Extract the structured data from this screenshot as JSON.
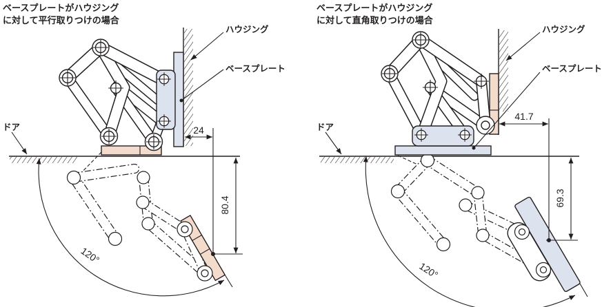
{
  "panels": {
    "left": {
      "title_line1": "ベースプレートがハウジング",
      "title_line2": "に対して平行取りつけの場合",
      "housing_label": "ハウジング",
      "baseplate_label": "ベースプレート",
      "door_label": "ドア",
      "dim_offset": "24",
      "dim_height": "80.4",
      "dim_angle": "120°"
    },
    "right": {
      "title_line1": "ベースプレートがハウジング",
      "title_line2": "に対して直角取りつけの場合",
      "housing_label": "ハウジング",
      "baseplate_label": "ベースプレート",
      "door_label": "ドア",
      "dim_offset": "41.7",
      "dim_height": "69.3",
      "dim_angle": "120°"
    }
  },
  "colors": {
    "plate_blue": "#dce3ee",
    "plate_pink": "#f4dccd",
    "line_black": "#231f20"
  }
}
